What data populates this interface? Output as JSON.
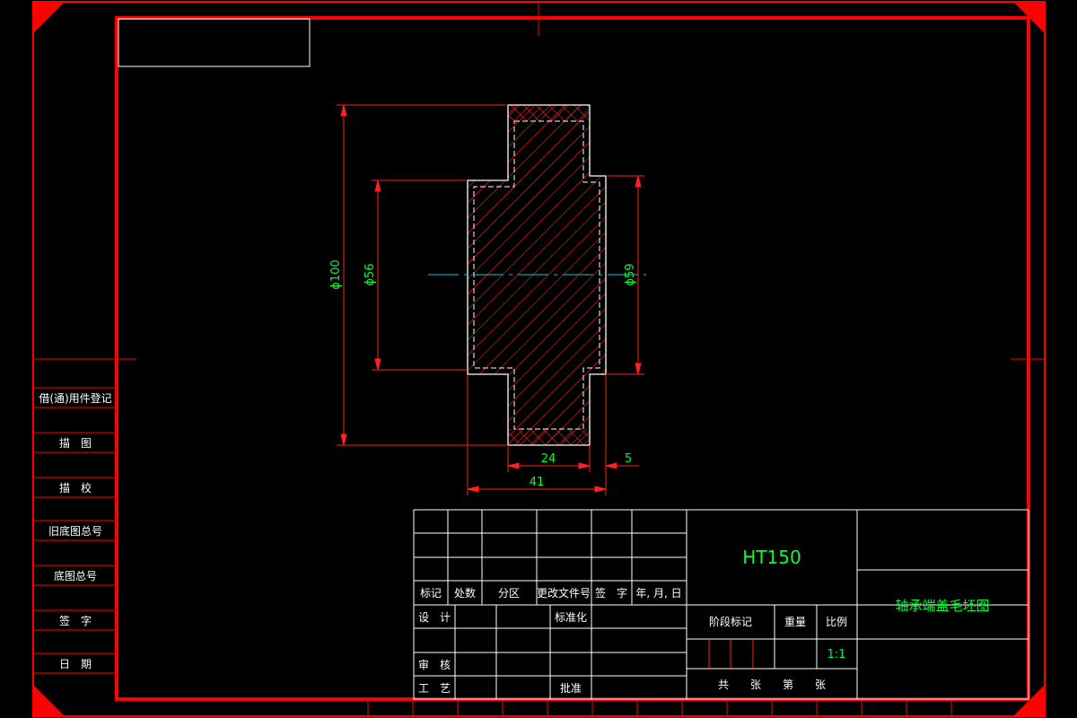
{
  "drawing": {
    "material": "HT150",
    "title": "轴承端盖毛坯图",
    "scale": "1:1"
  },
  "dimensions": {
    "outer_diameter": "ϕ100",
    "bore_diameter": "ϕ56",
    "step_diameter": "ϕ59",
    "flange_width": "24",
    "step_width": "5",
    "total_length": "41"
  },
  "side_panel": {
    "items": [
      "借(通)用件登记",
      "描　图",
      "描　校",
      "旧底图总号",
      "底图总号",
      "签　字",
      "日　期"
    ]
  },
  "title_block": {
    "revision_headers": [
      "标记",
      "处数",
      "分区",
      "更改文件号",
      "签　字",
      "年, 月, 日"
    ],
    "design": "设　计",
    "standardization": "标准化",
    "review": "审　核",
    "process": "工　艺",
    "approve": "批准",
    "stage_mark": "阶段标记",
    "weight": "重量",
    "scale_label": "比例",
    "sheet_info": "共　　张　　第　　张"
  },
  "colors": {
    "frame": "#ff0000",
    "dimension": "#00ff33",
    "outline": "#ffffff",
    "centerline": "#00cccc"
  }
}
